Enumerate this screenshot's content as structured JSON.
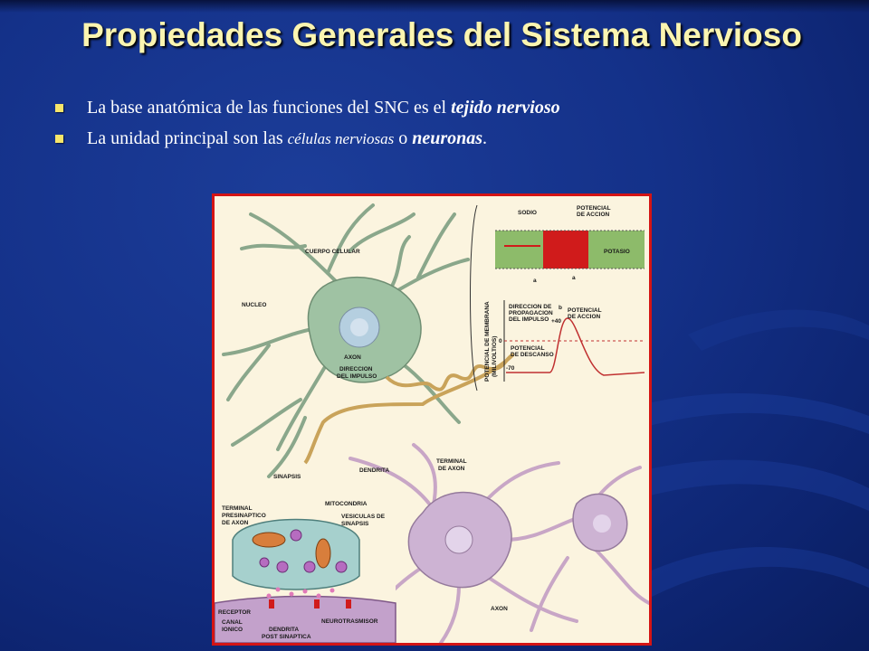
{
  "slide": {
    "title": "Propiedades Generales del Sistema Nervioso",
    "bullets": [
      {
        "pre": "La base anatómica de las funciones del SNC es el ",
        "em": "tejido nervioso",
        "post": ""
      },
      {
        "pre": "La unidad principal son las ",
        "it": "células nerviosas",
        "mid": " o ",
        "em": "neuronas",
        "post": "."
      }
    ]
  },
  "illustration": {
    "labels": {
      "cuerpo_celular": "CUERPO CELULAR",
      "nucleo": "NUCLEO",
      "axon_upper": "AXON",
      "direccion_impulso_1": "DIRECCION",
      "direccion_impulso_2": "DEL IMPULSO",
      "sinapsis": "SINAPSIS",
      "dendrita": "DENDRITA",
      "terminal_axon_1": "TERMINAL",
      "terminal_axon_2": "DE AXON",
      "axon_lower": "AXON",
      "sodio": "SODIO",
      "potencial_accion_1": "POTENCIAL",
      "potencial_accion_2": "DE ACCION",
      "potasio": "POTASIO",
      "direccion_prop_1": "DIRECCION DE",
      "direccion_prop_2": "PROPAGACION",
      "direccion_prop_3": "DEL IMPULSO",
      "pot_accion_graph_1": "POTENCIAL",
      "pot_accion_graph_2": "DE ACCION",
      "pot_descanso_1": "POTENCIAL",
      "pot_descanso_2": "DE DESCANSO",
      "pot_membrana_1": "POTENCIAL DE MEMBRANA",
      "pot_membrana_2": "(MILIVOLTIOS)",
      "tick_plus40": "+40",
      "tick_zero": "0",
      "tick_minus70": "-70",
      "letter_a_1": "a",
      "letter_a_2": "a",
      "letter_b": "b",
      "terminal_presinaptico_1": "TERMINAL",
      "terminal_presinaptico_2": "PRESINAPTICO",
      "terminal_presinaptico_3": "DE AXON",
      "mitocondria": "MITOCONDRIA",
      "vesiculas_1": "VESICULAS DE",
      "vesiculas_2": "SINAPSIS",
      "receptor": "RECEPTOR",
      "canal_1": "CANAL",
      "canal_2": "IONICO",
      "neurotrasmisor": "NEUROTRASMISOR",
      "dendrita_post_1": "DENDRITA",
      "dendrita_post_2": "POST SINAPTICA"
    }
  }
}
